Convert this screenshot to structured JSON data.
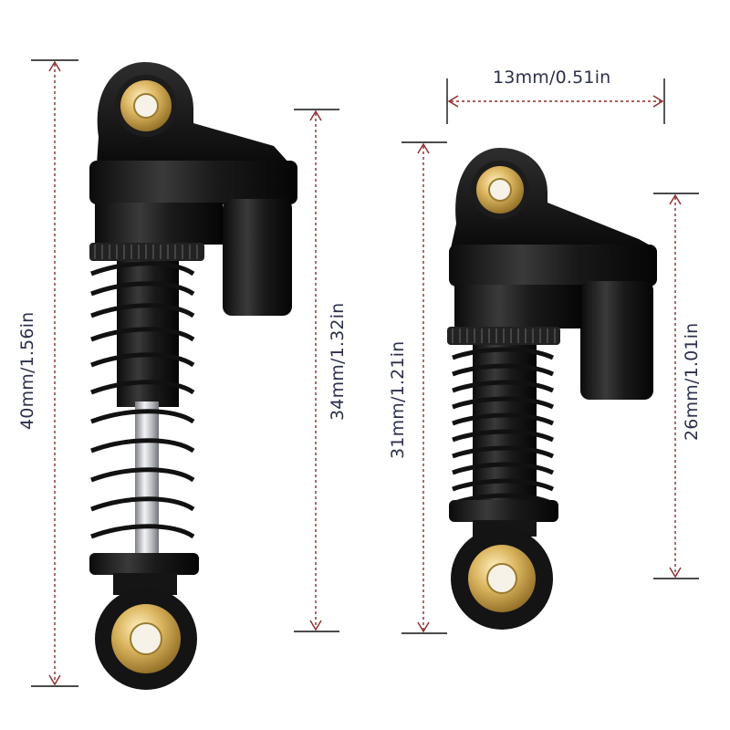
{
  "dimensions": {
    "left_total": "40mm/1.56in",
    "left_inner": "34mm/1.32in",
    "right_total": "31mm/1.21in",
    "right_inner": "26mm/1.01in",
    "mount_width": "13mm/0.51in"
  },
  "colors": {
    "dimension_line": "#8a2a2a",
    "dimension_text": "#2b2f4a",
    "body_black": "#141414",
    "brass": "#c9a24a",
    "chrome": "#cfd2d6"
  }
}
